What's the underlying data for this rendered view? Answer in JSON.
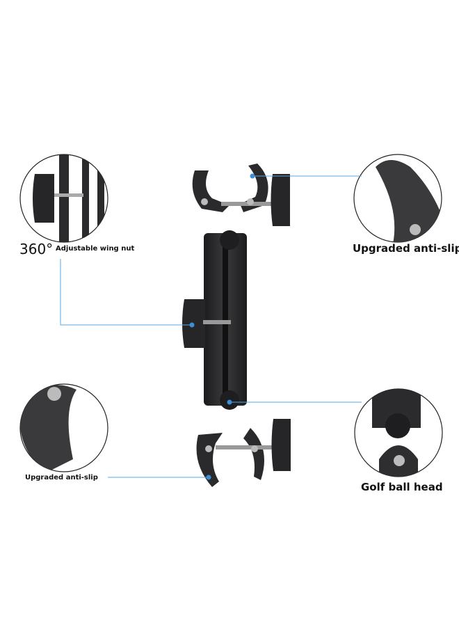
{
  "colors": {
    "callout_line": "#5aa8e0",
    "product": "#2a2a2c",
    "background": "#ffffff"
  },
  "labels": {
    "rotation": "360°",
    "wing_nut": "Adjustable wing nut",
    "anti_slip_top": "Upgraded anti-slip",
    "anti_slip_bottom": "Upgraded anti-slip",
    "golf_ball_head": "Golf ball head"
  }
}
